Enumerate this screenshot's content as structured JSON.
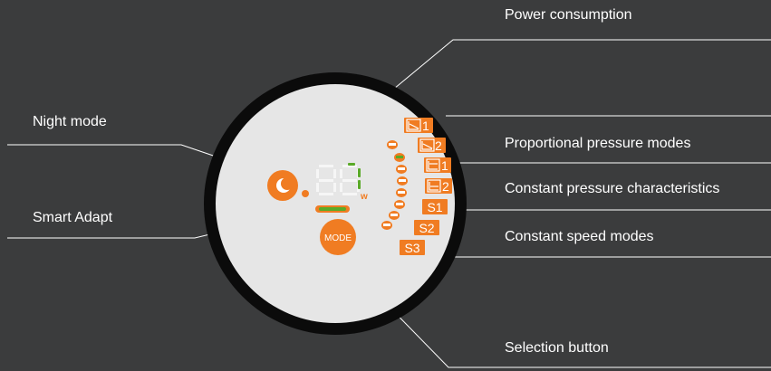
{
  "labels": {
    "power_consumption": "Power consumption",
    "night_mode": "Night mode",
    "proportional_pressure": "Proportional pressure modes",
    "constant_pressure": "Constant pressure characteristics",
    "smart_adapt": "Smart Adapt",
    "constant_speed": "Constant speed modes",
    "selection_button": "Selection button"
  },
  "panel": {
    "mode_button_label": "MODE",
    "watt_unit": "w",
    "mode_badges": [
      {
        "icon": "proportional-pressure-icon",
        "number": "1"
      },
      {
        "icon": "proportional-pressure-icon",
        "number": "2"
      },
      {
        "icon": "constant-pressure-icon",
        "number": "1"
      },
      {
        "icon": "constant-pressure-icon",
        "number": "2"
      },
      {
        "text": "S1"
      },
      {
        "text": "S2"
      },
      {
        "text": "S3"
      }
    ]
  },
  "colors": {
    "background": "#3b3c3d",
    "accent_orange": "#f07c22",
    "led_green": "#5aaa28",
    "ring": "#0b0b0b",
    "face": "#e6e6e6"
  }
}
